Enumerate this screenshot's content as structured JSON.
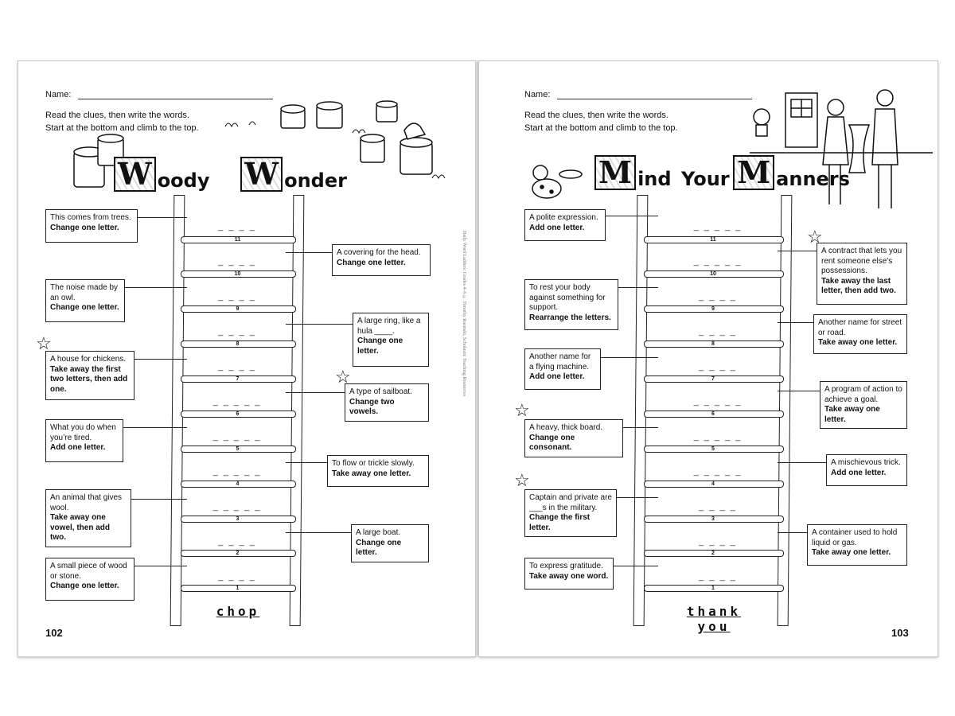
{
  "left": {
    "name_label": "Name",
    "instructions": [
      "Read the clues, then write the words.",
      "Start at the bottom and climb to the top."
    ],
    "title_words": [
      {
        "first": "W",
        "rest": "oody"
      },
      {
        "first": "W",
        "rest": "onder"
      }
    ],
    "start_word": "chop",
    "page_number": "102",
    "rungs": [
      "11",
      "10",
      "9",
      "8",
      "7",
      "6",
      "5",
      "4",
      "3",
      "2",
      "1"
    ],
    "blanks": [
      "_ _ _ _",
      "_ _ _ _",
      "_ _ _ _",
      "_ _ _ _",
      "_ _ _ _",
      "_ _ _ _ _",
      "_ _ _ _ _",
      "_ _ _ _ _",
      "_ _ _ _ _",
      "_ _ _ _",
      "_ _ _ _"
    ],
    "clues": [
      {
        "text": "This comes from trees.",
        "action": "Change one letter."
      },
      {
        "text": "A covering for the head.",
        "action": "Change one letter."
      },
      {
        "text": "The noise made by an owl.",
        "action": "Change one letter."
      },
      {
        "text": "A large ring, like a hula ____.",
        "action": "Change one letter."
      },
      {
        "text": "A house for chickens.",
        "action": "Take away the first two letters, then add one."
      },
      {
        "text": "A type of sailboat.",
        "action": "Change two vowels."
      },
      {
        "text": "What you do when you’re tired.",
        "action": "Add one letter."
      },
      {
        "text": "To flow or trickle slowly.",
        "action": "Take away one letter."
      },
      {
        "text": "An animal that gives wool.",
        "action": "Take away one vowel, then add two."
      },
      {
        "text": "A large boat.",
        "action": "Change one letter."
      },
      {
        "text": "A small piece of wood or stone.",
        "action": "Change one letter."
      }
    ]
  },
  "right": {
    "name_label": "Name",
    "instructions": [
      "Read the clues, then write the words.",
      "Start at the bottom and climb to the top."
    ],
    "title_words": [
      {
        "first": "M",
        "rest": "ind"
      },
      {
        "first": "",
        "rest": "Your"
      },
      {
        "first": "M",
        "rest": "anners"
      }
    ],
    "start_word": "thank you",
    "page_number": "103",
    "rungs": [
      "11",
      "10",
      "9",
      "8",
      "7",
      "6",
      "5",
      "4",
      "3",
      "2",
      "1"
    ],
    "blanks": [
      "_ _ _ _ _",
      "_ _ _ _ _",
      "_ _ _ _",
      "_ _ _ _",
      "_ _ _ _",
      "_ _ _ _ _",
      "_ _ _ _ _",
      "_ _ _ _ _",
      "_ _ _ _",
      "_ _ _ _",
      "_ _ _ _"
    ],
    "clues": [
      {
        "text": "A polite expression.",
        "action": "Add one letter."
      },
      {
        "text": "A contract that lets you rent someone else’s possessions.",
        "action": "Take away the last letter, then add two."
      },
      {
        "text": "To rest your body against something for support.",
        "action": "Rearrange the letters."
      },
      {
        "text": "Another name for street or road.",
        "action": "Take away one letter."
      },
      {
        "text": "Another name for a flying machine.",
        "action": "Add one letter."
      },
      {
        "text": "A program of action to achieve a goal.",
        "action": "Take away one letter."
      },
      {
        "text": "A heavy, thick board.",
        "action": "Change one consonant."
      },
      {
        "text": "A mischievous trick.",
        "action": "Add one letter."
      },
      {
        "text": "Captain and private are ___s in the military.",
        "action": "Change the first letter."
      },
      {
        "text": "A container used to hold liquid or gas.",
        "action": "Take away one letter."
      },
      {
        "text": "To express gratitude.",
        "action": "Take away one word."
      }
    ]
  },
  "spine_credit": "Daily Word Ladders: Grades 4–6 © Timothy Rasinski, Scholastic Teaching Resources"
}
